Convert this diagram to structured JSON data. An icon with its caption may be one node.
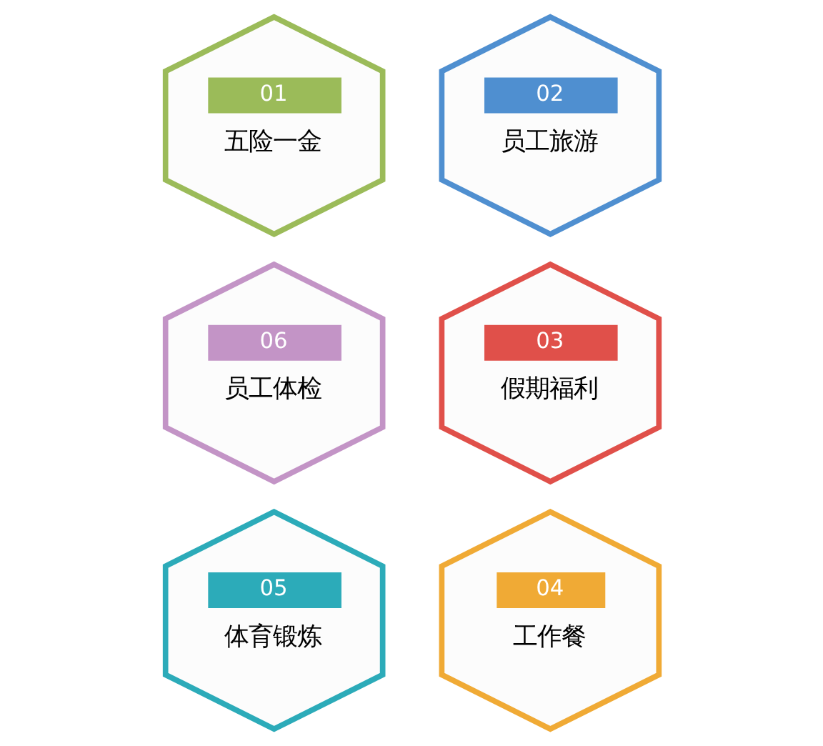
{
  "diagram": {
    "nodes": [
      {
        "text": [
          "01",
          "五险一金"
        ]
      },
      {
        "text": [
          "02",
          "员工旅游"
        ]
      },
      {
        "text": [
          "03",
          "假期福利"
        ]
      },
      {
        "text": [
          "04",
          "工作餐"
        ]
      },
      {
        "text": [
          "05",
          "体育锻炼"
        ]
      },
      {
        "text": [
          "06",
          "员工体检"
        ]
      }
    ]
  }
}
